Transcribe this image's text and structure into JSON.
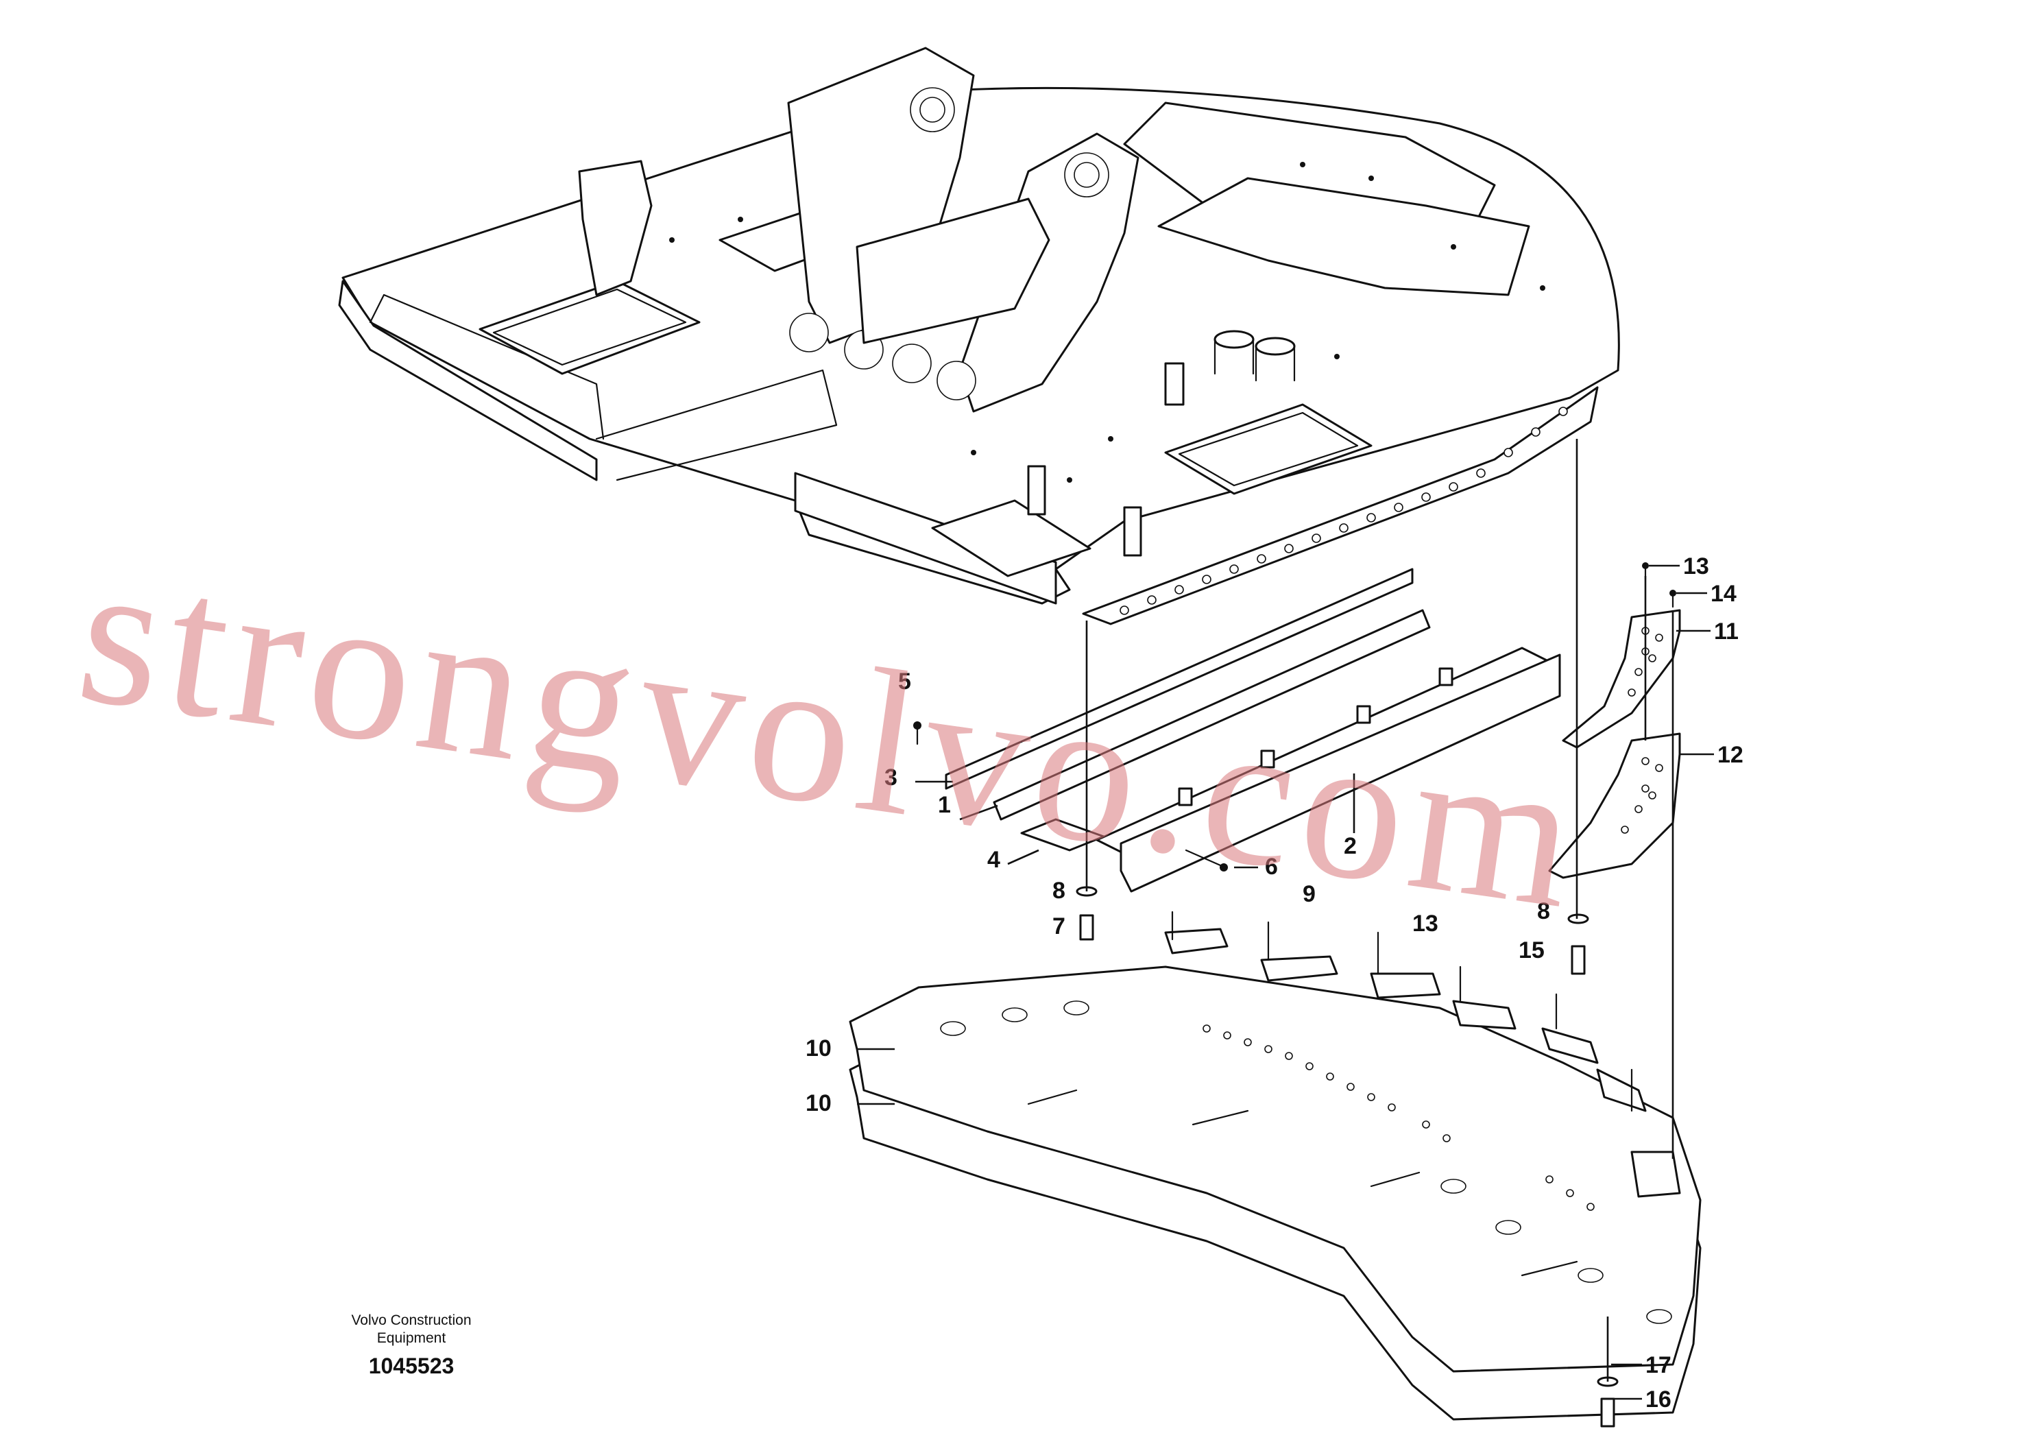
{
  "callouts": [
    {
      "id": "c1",
      "label": "1"
    },
    {
      "id": "c2",
      "label": "2"
    },
    {
      "id": "c3",
      "label": "3"
    },
    {
      "id": "c4",
      "label": "4"
    },
    {
      "id": "c5",
      "label": "5"
    },
    {
      "id": "c6",
      "label": "6"
    },
    {
      "id": "c7",
      "label": "7"
    },
    {
      "id": "c8a",
      "label": "8"
    },
    {
      "id": "c8b",
      "label": "8"
    },
    {
      "id": "c9",
      "label": "9"
    },
    {
      "id": "c10a",
      "label": "10"
    },
    {
      "id": "c10b",
      "label": "10"
    },
    {
      "id": "c11",
      "label": "11"
    },
    {
      "id": "c12",
      "label": "12"
    },
    {
      "id": "c13a",
      "label": "13"
    },
    {
      "id": "c13b",
      "label": "13"
    },
    {
      "id": "c14",
      "label": "14"
    },
    {
      "id": "c15",
      "label": "15"
    },
    {
      "id": "c16",
      "label": "16"
    },
    {
      "id": "c17",
      "label": "17"
    }
  ],
  "footer": {
    "manufacturer_line1": "Volvo Construction",
    "manufacturer_line2": "Equipment",
    "document_number": "1045523"
  },
  "watermark": "strongvolvo.com"
}
